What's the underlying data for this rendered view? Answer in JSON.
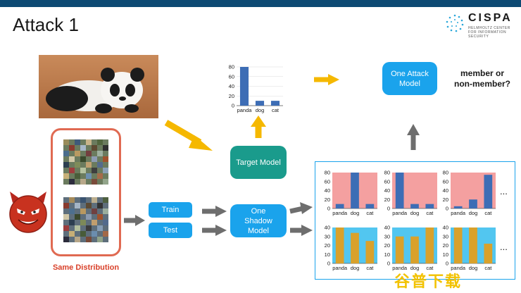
{
  "slide": {
    "title": "Attack 1"
  },
  "logo": {
    "name": "CISPA",
    "subtitle": "HELMHOLTZ CENTER FOR INFORMATION SECURITY"
  },
  "labels": {
    "same_distribution": "Same Distribution",
    "train": "Train",
    "test": "Test",
    "target_model": "Target Model",
    "shadow_model": "One Shadow Model",
    "attack_model": "One Attack Model",
    "question_line1": "member or",
    "question_line2": "non-member?",
    "ellipsis": "...",
    "watermark": "谷普下载"
  },
  "colors": {
    "accent_blue": "#1aa3ec",
    "teal": "#1a9b8c",
    "arrow_yellow": "#f5b800",
    "arrow_gray": "#6e6e6e",
    "distribution_red": "#e06a52",
    "bar_blue": "#3d6db5",
    "bar_gold": "#d9a12b",
    "panel_pink": "#f4a0a0",
    "panel_cyan": "#52c6f0"
  },
  "chart_data": [
    {
      "id": "target-output",
      "type": "bar",
      "categories": [
        "panda",
        "dog",
        "cat"
      ],
      "values": [
        80,
        10,
        10
      ],
      "ylim": [
        0,
        80
      ],
      "yticks": [
        0,
        20,
        40,
        60,
        80
      ],
      "background": "white",
      "bar_color": "#3d6db5"
    },
    {
      "id": "shadow-member-1",
      "type": "bar",
      "categories": [
        "panda",
        "dog",
        "cat"
      ],
      "values": [
        10,
        80,
        10
      ],
      "ylim": [
        0,
        80
      ],
      "yticks": [
        0,
        20,
        40,
        60,
        80
      ],
      "background": "#f4a0a0",
      "bar_color": "#3d6db5"
    },
    {
      "id": "shadow-member-2",
      "type": "bar",
      "categories": [
        "panda",
        "dog",
        "cat"
      ],
      "values": [
        80,
        10,
        10
      ],
      "ylim": [
        0,
        80
      ],
      "yticks": [
        0,
        20,
        40,
        60,
        80
      ],
      "background": "#f4a0a0",
      "bar_color": "#3d6db5"
    },
    {
      "id": "shadow-member-3",
      "type": "bar",
      "categories": [
        "panda",
        "dog",
        "cat"
      ],
      "values": [
        5,
        20,
        75
      ],
      "ylim": [
        0,
        80
      ],
      "yticks": [
        0,
        20,
        40,
        60,
        80
      ],
      "background": "#f4a0a0",
      "bar_color": "#3d6db5"
    },
    {
      "id": "shadow-nonmember-1",
      "type": "bar",
      "categories": [
        "panda",
        "dog",
        "cat"
      ],
      "values": [
        40,
        34,
        25
      ],
      "ylim": [
        0,
        40
      ],
      "yticks": [
        0,
        10,
        20,
        30,
        40
      ],
      "background": "#52c6f0",
      "bar_color": "#d9a12b"
    },
    {
      "id": "shadow-nonmember-2",
      "type": "bar",
      "categories": [
        "panda",
        "dog",
        "cat"
      ],
      "values": [
        30,
        30,
        40
      ],
      "ylim": [
        0,
        40
      ],
      "yticks": [
        0,
        10,
        20,
        30,
        40
      ],
      "background": "#52c6f0",
      "bar_color": "#d9a12b"
    },
    {
      "id": "shadow-nonmember-3",
      "type": "bar",
      "categories": [
        "panda",
        "dog",
        "cat"
      ],
      "values": [
        40,
        40,
        22
      ],
      "ylim": [
        0,
        40
      ],
      "yticks": [
        0,
        10,
        20,
        30,
        40
      ],
      "background": "#52c6f0",
      "bar_color": "#d9a12b"
    }
  ]
}
